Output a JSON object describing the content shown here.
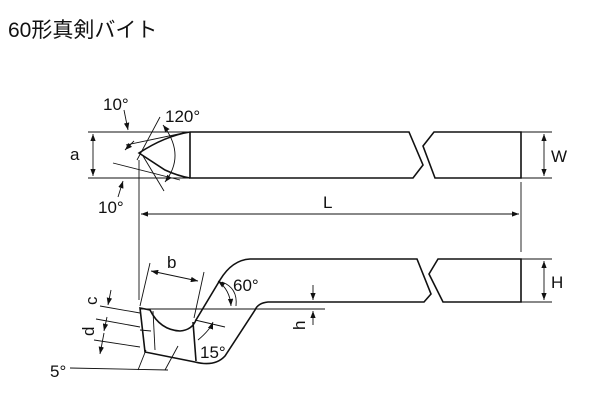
{
  "title": "60形真剣バイト",
  "labels": {
    "top_angle_upper": "10°",
    "top_angle_lower": "10°",
    "tip_angle": "120°",
    "a": "a",
    "W": "W",
    "L": "L",
    "H": "H",
    "b": "b",
    "neck_angle": "60°",
    "c": "c",
    "d": "d",
    "h": "h",
    "clearance_angle": "5°",
    "rake_angle": "15°"
  }
}
